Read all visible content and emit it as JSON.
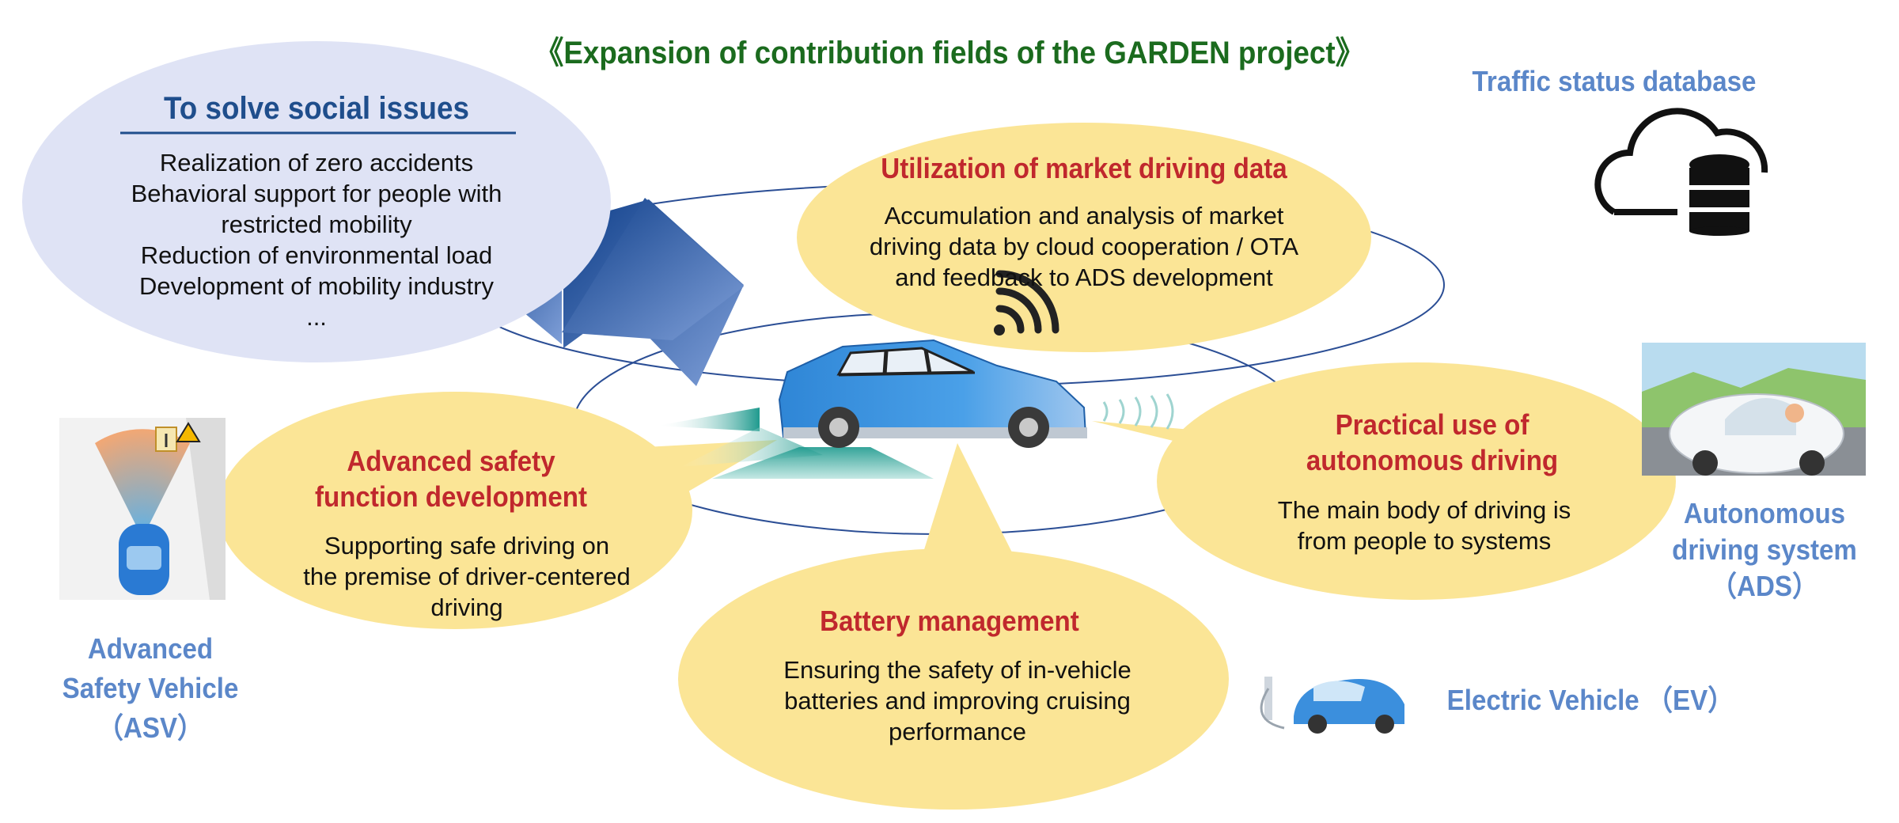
{
  "title": "《Expansion of contribution fields of the GARDEN project》",
  "social": {
    "heading": "To solve social issues",
    "items": [
      "Realization of zero accidents",
      "Behavioral support for people with",
      "restricted mobility",
      "Reduction of environmental load",
      "Development of mobility industry",
      "..."
    ]
  },
  "market": {
    "heading": "Utilization of market driving data",
    "lines": [
      "Accumulation and analysis of market",
      "driving data by cloud cooperation / OTA",
      "and feedback to ADS development"
    ]
  },
  "autonomous": {
    "heading": [
      "Practical use of",
      "autonomous driving"
    ],
    "lines": [
      "The main body of driving is",
      "from people to systems"
    ]
  },
  "safety": {
    "heading": [
      "Advanced safety",
      "function development"
    ],
    "lines": [
      "Supporting safe driving on",
      "the premise of driver-centered",
      "driving"
    ]
  },
  "battery": {
    "heading": "Battery management",
    "lines": [
      "Ensuring the safety of in-vehicle",
      "batteries and improving cruising",
      "performance"
    ]
  },
  "labels": {
    "traffic_db": "Traffic status database",
    "ads": [
      "Autonomous",
      "driving system",
      "（ADS）"
    ],
    "asv": [
      "Advanced",
      "Safety Vehicle",
      "（ASV）"
    ],
    "ev": "Electric Vehicle （EV）"
  },
  "colors": {
    "bubble_yellow": "#fbe596",
    "bubble_lavender": "#dfe3f5",
    "ring_line": "#2b4e95",
    "arrow": "#1c4d95",
    "car_body": "#3a8fdd"
  }
}
